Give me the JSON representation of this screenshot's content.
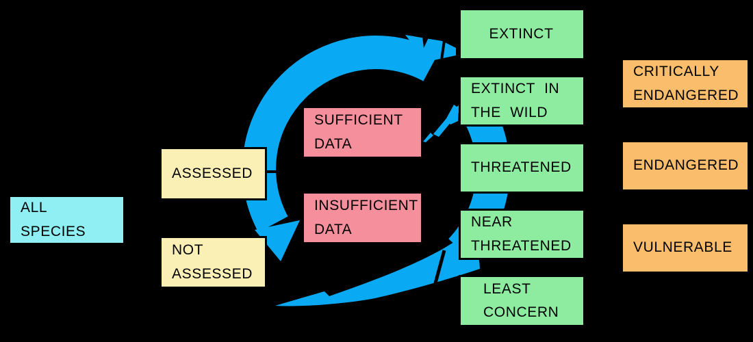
{
  "diagram": {
    "description": "Species assessment flow with circular re-assessment arrow",
    "colors": {
      "background": "#000000",
      "arrow_blue": "#0AA9F4",
      "box_cyan": "#8FEFF2",
      "box_yellow": "#FAF0B6",
      "box_pink": "#F58F9C",
      "box_green": "#8DEC9F",
      "box_orange": "#F9BD6C",
      "border": "#000000",
      "text": "#000000"
    }
  },
  "boxes": {
    "all_species": {
      "label": "ALL SPECIES",
      "fill": "#8FEFF2"
    },
    "assessed": {
      "label": "ASSESSED",
      "fill": "#FAF0B6"
    },
    "not_assessed": {
      "label": "NOT ASSESSED",
      "fill": "#FAF0B6"
    },
    "sufficient_data": {
      "label": "SUFFICIENT DATA",
      "fill": "#F58F9C"
    },
    "insufficient_data": {
      "label": "INSUFFICIENT DATA",
      "fill": "#F58F9C"
    },
    "extinct": {
      "label": "EXTINCT",
      "fill": "#8DEC9F"
    },
    "extinct_in_the_wild": {
      "label": "EXTINCT IN THE WILD",
      "fill": "#8DEC9F"
    },
    "threatened": {
      "label": "THREATENED",
      "fill": "#8DEC9F"
    },
    "near_threatened": {
      "label": "NEAR THREATENED",
      "fill": "#8DEC9F"
    },
    "least_concern": {
      "label": "LEAST CONCERN",
      "fill": "#8DEC9F"
    },
    "critically_endangered": {
      "label": "CRITICALLY ENDANGERED",
      "fill": "#F9BD6C"
    },
    "endangered": {
      "label": "ENDANGERED",
      "fill": "#F9BD6C"
    },
    "vulnerable": {
      "label": "VULNERABLE",
      "fill": "#F9BD6C"
    }
  }
}
